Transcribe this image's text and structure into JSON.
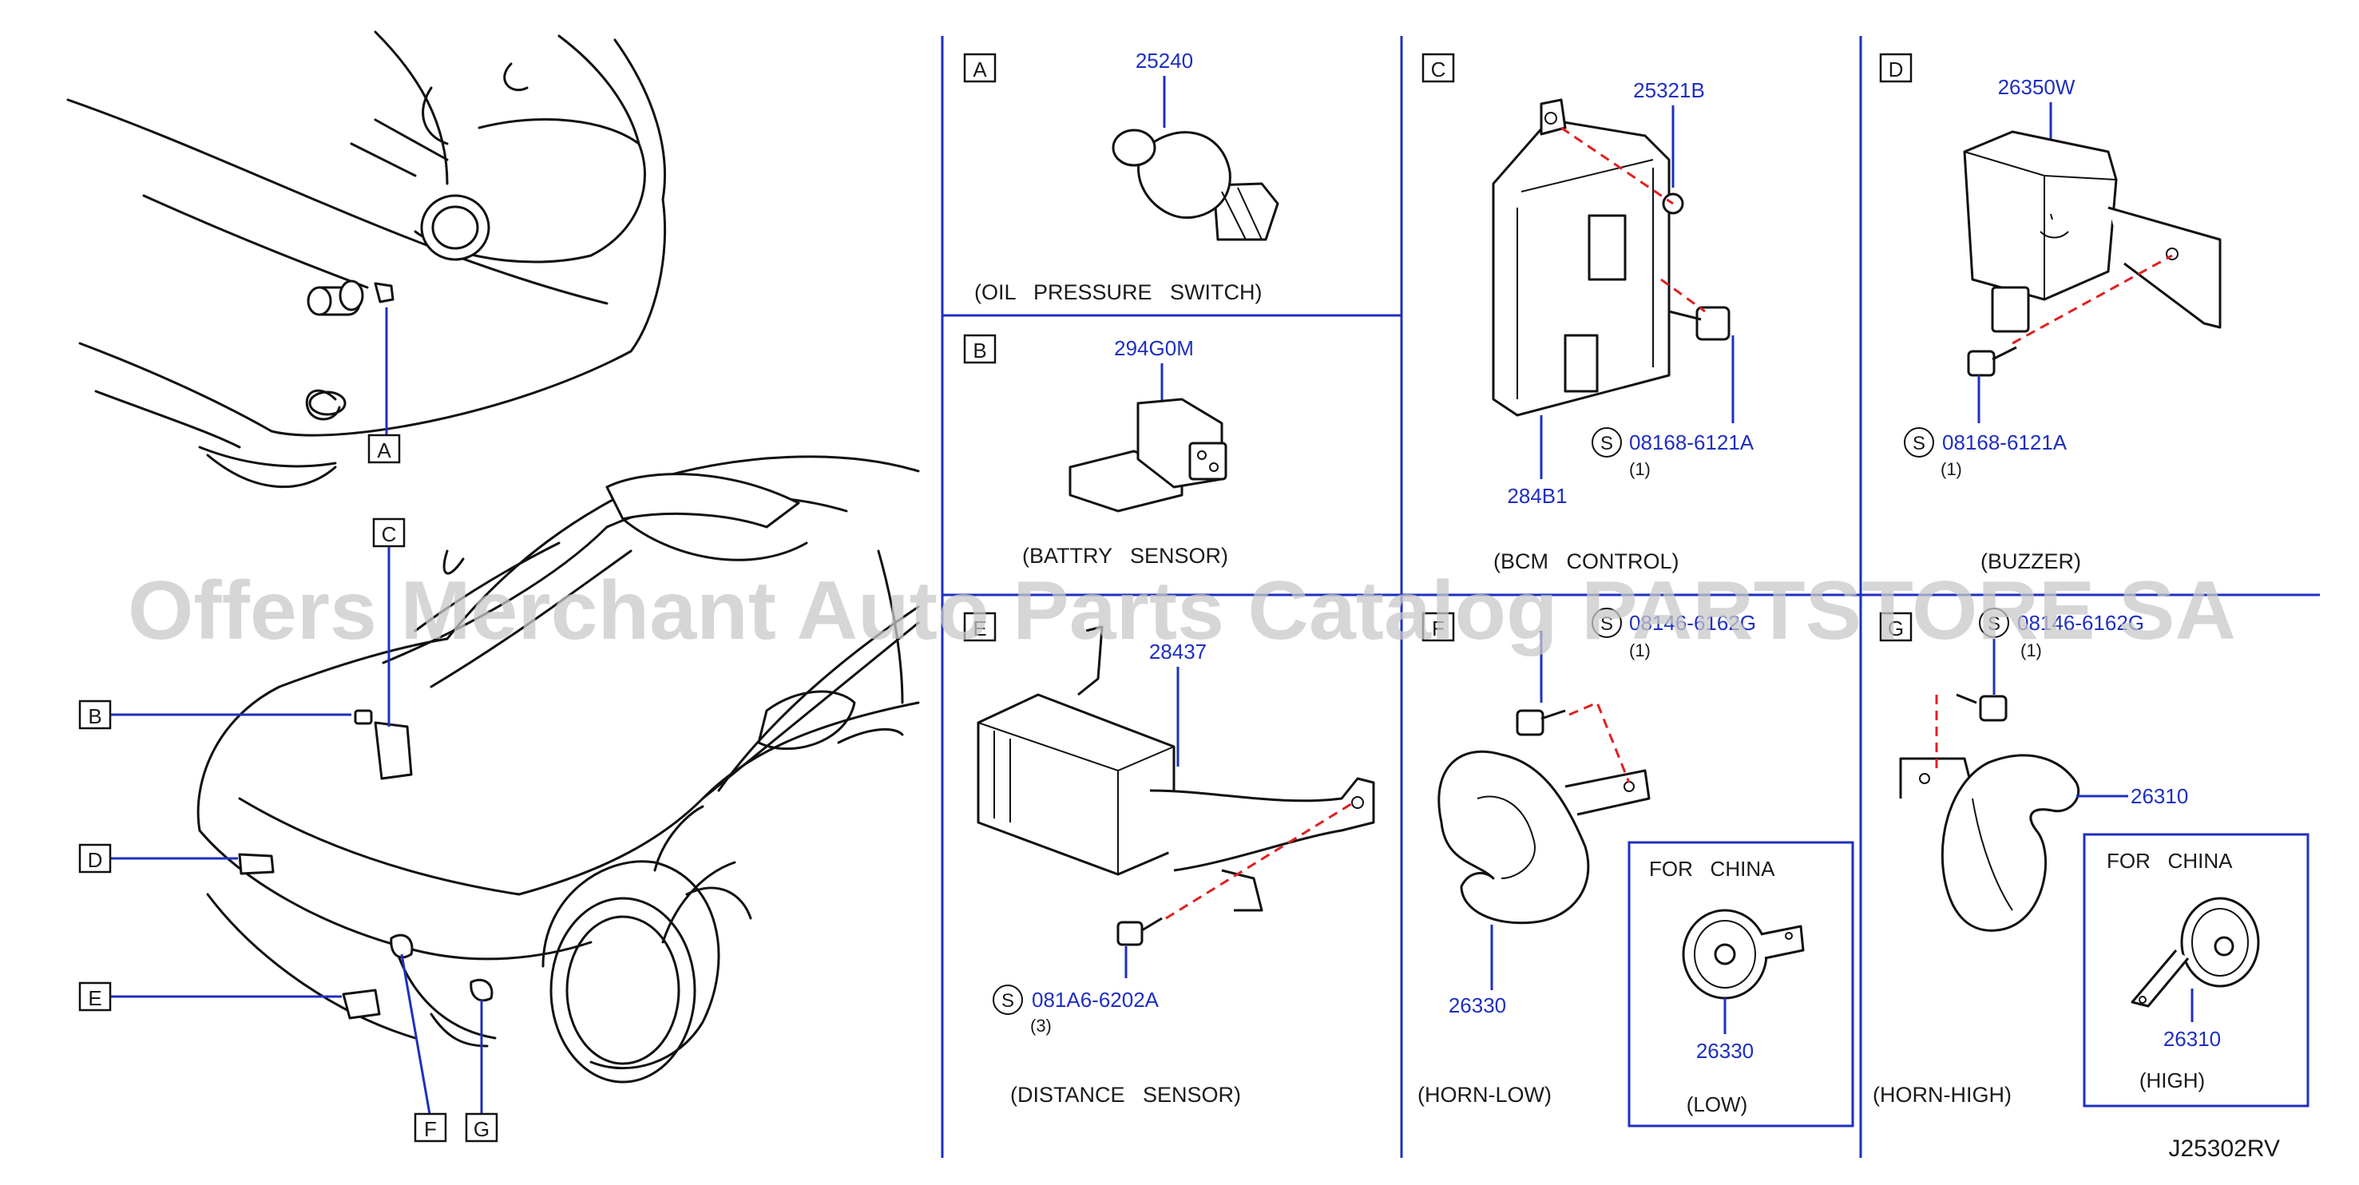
{
  "watermark": "Offers Merchant Auto Parts Catalog PARTSTORE SA",
  "diagram_code": "J25302RV",
  "colors": {
    "line": "#111111",
    "blue": "#1f2fc0",
    "red": "#e02020"
  },
  "panels": {
    "A": {
      "letter": "A",
      "part_no": "25240",
      "caption": "(OIL   PRESSURE   SWITCH)"
    },
    "B": {
      "letter": "B",
      "part_no": "294G0M",
      "caption": "(BATTRY   SENSOR)"
    },
    "C": {
      "letter": "C",
      "part_no": "25321B",
      "part_no_2": "284B1",
      "bolt": "08168-6121A",
      "qty": "(1)",
      "caption": "(BCM   CONTROL)"
    },
    "D": {
      "letter": "D",
      "part_no": "26350W",
      "bolt": "08168-6121A",
      "qty": "(1)",
      "caption": "(BUZZER)"
    },
    "E": {
      "letter": "E",
      "part_no": "28437",
      "bolt": "081A6-6202A",
      "qty": "(3)",
      "caption": "(DISTANCE   SENSOR)"
    },
    "F": {
      "letter": "F",
      "part_no": "26330",
      "bolt": "08146-6162G",
      "qty": "(1)",
      "caption": "(HORN-LOW)",
      "inset": {
        "title": "FOR   CHINA",
        "part_no": "26330",
        "caption": "(LOW)"
      }
    },
    "G": {
      "letter": "G",
      "part_no": "26310",
      "bolt": "08146-6162G",
      "qty": "(1)",
      "caption": "(HORN-HIGH)",
      "inset": {
        "title": "FOR   CHINA",
        "part_no": "26310",
        "caption": "(HIGH)"
      }
    }
  },
  "symbol_s": "S",
  "callouts": [
    "A",
    "B",
    "C",
    "D",
    "E",
    "F",
    "G"
  ]
}
